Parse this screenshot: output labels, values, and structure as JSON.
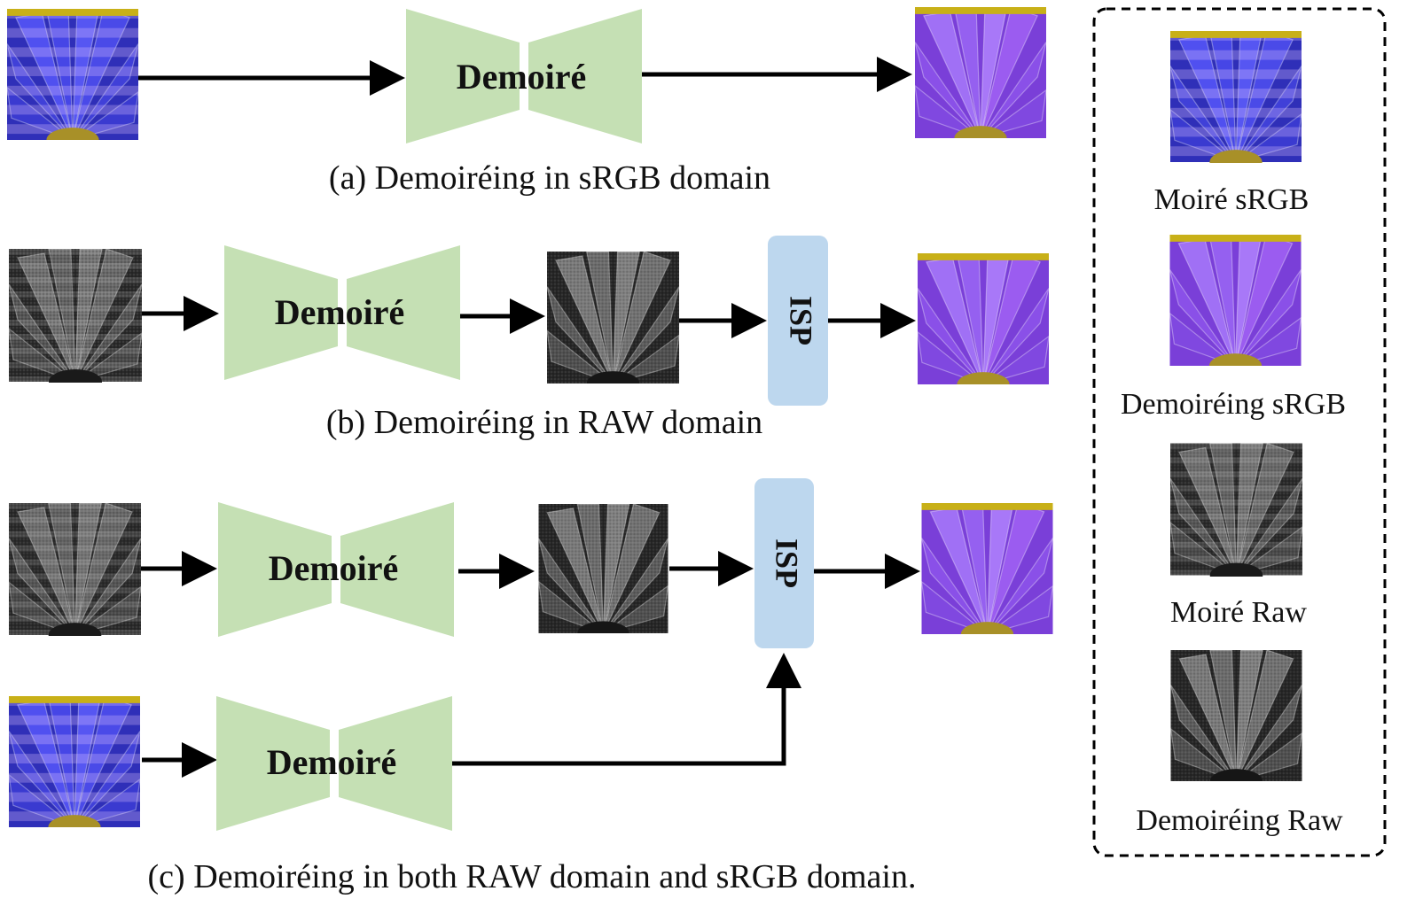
{
  "captions": {
    "a": "(a) Demoiréing in sRGB domain",
    "b": "(b) Demoiréing in RAW domain",
    "c": "(c) Demoiréing in both RAW domain and sRGB domain."
  },
  "network_label": "Demoiré",
  "isp_label": "ISP",
  "legend": {
    "items": [
      {
        "label": "Moiré sRGB",
        "image_kind": "moire-srgb"
      },
      {
        "label": "Demoiréing sRGB",
        "image_kind": "clean-srgb"
      },
      {
        "label": "Moiré Raw",
        "image_kind": "moire-raw"
      },
      {
        "label": "Demoiréing Raw",
        "image_kind": "clean-raw"
      }
    ]
  },
  "colors": {
    "network_fill": "#c5e0b4",
    "isp_fill": "#bdd7ee",
    "arrow": "#000000",
    "moire_petal": "#4a4ae8",
    "clean_petal": "#9b5cf0",
    "raw_dark": "#2a2a2a",
    "raw_petal": "#8a8a8a",
    "flower_center": "#c8b018"
  }
}
